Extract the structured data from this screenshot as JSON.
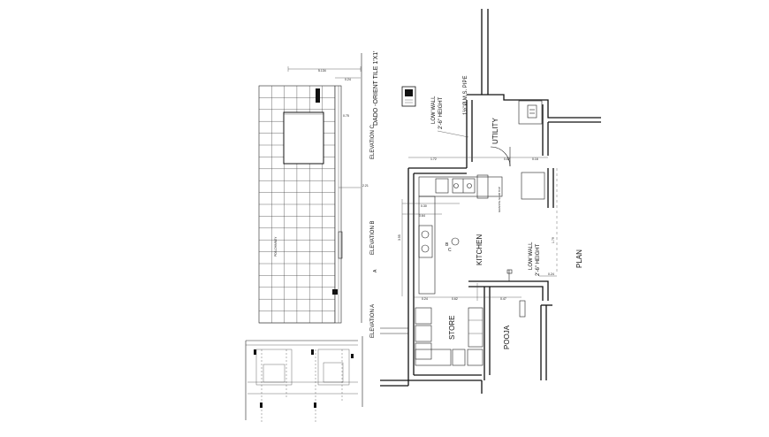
{
  "labels": {
    "utility": "UTILITY",
    "kitchen": "KITCHEN",
    "store": "STORE",
    "pooja": "POOJA",
    "plan": "PLAN",
    "low_wall_1a": "LOW WALL",
    "low_wall_1b": "2'-6\" HEIGHT",
    "low_wall_2a": "LOW WALL",
    "low_wall_2b": "2'-6\" HEIGHT",
    "ms_pipe": "1½\"Ø M.S. PIPE",
    "dado": "DADO -ORIENT TILE 1'X1'",
    "elev_a": "ELEVATION A",
    "elev_b": "ELEVATION B",
    "elev_c": "ELEVATION C",
    "section_a": "A",
    "section_b": "B",
    "section_c": "C",
    "section_a2": "A"
  },
  "dimensions": {
    "d_top_total": "5.134",
    "d_top_small": "0.24",
    "d_width_1": "1.72",
    "d_width_2": "0.62",
    "d_width_3": "0.16",
    "d_kit_1": "0.30",
    "d_kit_2": "0.64",
    "d_kit_3": "0.24",
    "d_kit_h": "3.55",
    "d_side": "1.79",
    "d_low": "0.24",
    "d_bot_1": "0.24",
    "d_bot_2": "0.62",
    "d_bot_3": "0.47",
    "d_elev_1": "0.75",
    "d_elev_2": "2.21"
  },
  "notes": {
    "chimney": "POS.CHIMNEY",
    "sink_note": "GRANITE SLAB TOP"
  }
}
